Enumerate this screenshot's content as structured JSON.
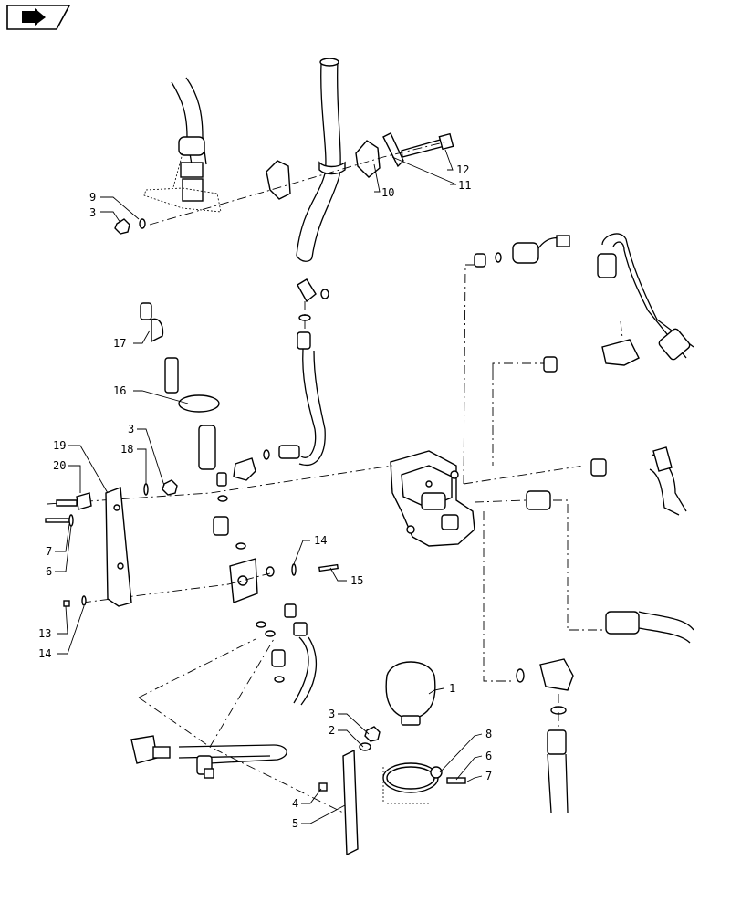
{
  "nav_icon": "page-arrow-icon",
  "diagram": {
    "callouts": [
      {
        "id": "c1",
        "text": "1"
      },
      {
        "id": "c2",
        "text": "2"
      },
      {
        "id": "c3a",
        "text": "3"
      },
      {
        "id": "c3b",
        "text": "3"
      },
      {
        "id": "c3c",
        "text": "3"
      },
      {
        "id": "c4",
        "text": "4"
      },
      {
        "id": "c5",
        "text": "5"
      },
      {
        "id": "c6a",
        "text": "6"
      },
      {
        "id": "c6b",
        "text": "6"
      },
      {
        "id": "c7a",
        "text": "7"
      },
      {
        "id": "c7b",
        "text": "7"
      },
      {
        "id": "c8",
        "text": "8"
      },
      {
        "id": "c9",
        "text": "9"
      },
      {
        "id": "c10",
        "text": "10"
      },
      {
        "id": "c11",
        "text": "11"
      },
      {
        "id": "c12",
        "text": "12"
      },
      {
        "id": "c13",
        "text": "13"
      },
      {
        "id": "c14a",
        "text": "14"
      },
      {
        "id": "c14b",
        "text": "14"
      },
      {
        "id": "c15",
        "text": "15"
      },
      {
        "id": "c16",
        "text": "16"
      },
      {
        "id": "c17",
        "text": "17"
      },
      {
        "id": "c18",
        "text": "18"
      },
      {
        "id": "c19",
        "text": "19"
      },
      {
        "id": "c20",
        "text": "20"
      }
    ]
  }
}
